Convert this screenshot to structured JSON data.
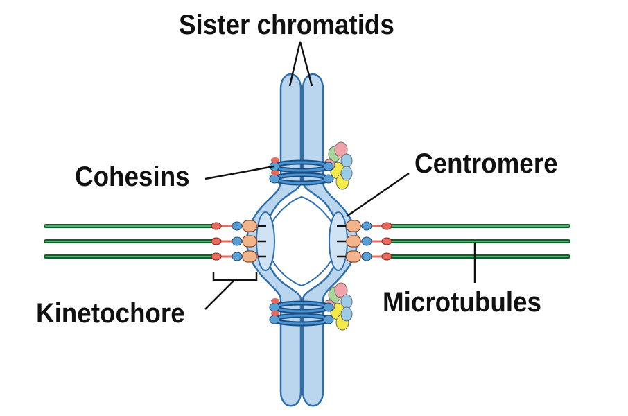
{
  "labels": {
    "sister_chromatids": "Sister chromatids",
    "cohesins": "Cohesins",
    "centromere": "Centromere",
    "kinetochore": "Kinetochore",
    "microtubules": "Microtubules"
  },
  "colors": {
    "chromatid_fill": "#b9d6ee",
    "chromatid_stroke": "#2f6fae",
    "cohesin_ring": "#2a72b5",
    "microtubule": "#1f8a43",
    "kinetochore_orange": "#f2b48a",
    "kinetochore_red": "#e86a5c",
    "kinetochore_blue": "#5a9fd4",
    "protein_pink": "#f0a3a8",
    "protein_green": "#a9d79a",
    "protein_yellow": "#f3ea4a",
    "protein_blue": "#9ccbe8",
    "leader_line": "#111111"
  }
}
